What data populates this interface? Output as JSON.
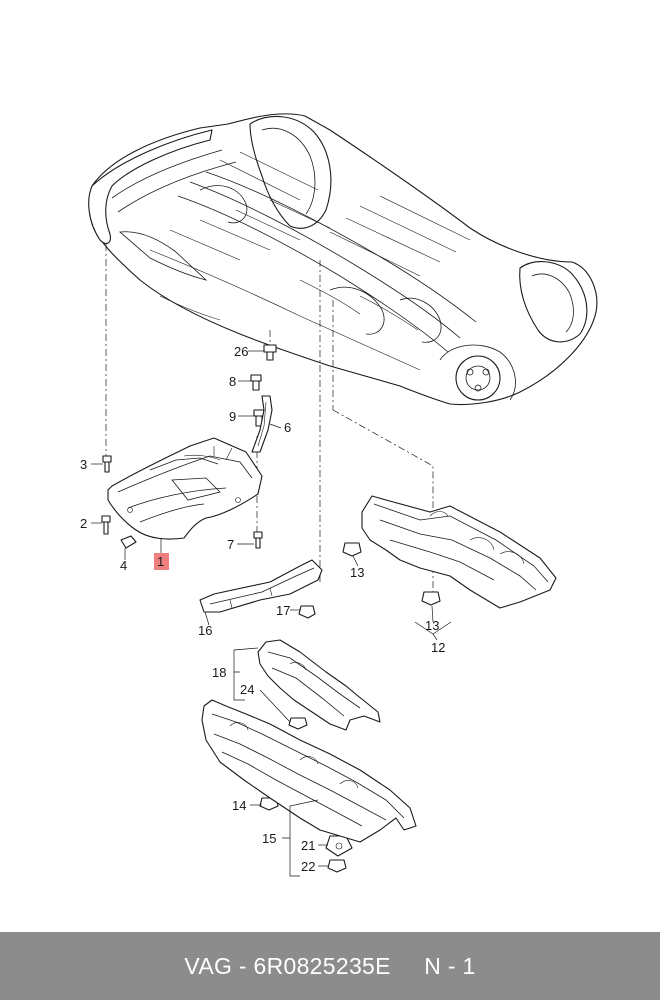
{
  "diagram": {
    "labels": {
      "l1": "1",
      "l2": "2",
      "l3": "3",
      "l4": "4",
      "l6": "6",
      "l7": "7",
      "l8": "8",
      "l9": "9",
      "l12": "12",
      "l13a": "13",
      "l13b": "13",
      "l14": "14",
      "l15": "15",
      "l16": "16",
      "l17": "17",
      "l18": "18",
      "l21": "21",
      "l22": "22",
      "l24": "24",
      "l26": "26"
    },
    "highlight_color": "#f08080"
  },
  "footer": {
    "brand": "VAG",
    "sep1": " - ",
    "part_number": "6R0825235E",
    "gap": "     ",
    "position": "N - 1"
  },
  "colors": {
    "footer_bg": "#8c8c8c",
    "footer_text": "#ffffff",
    "line": "#1a1a1a"
  }
}
